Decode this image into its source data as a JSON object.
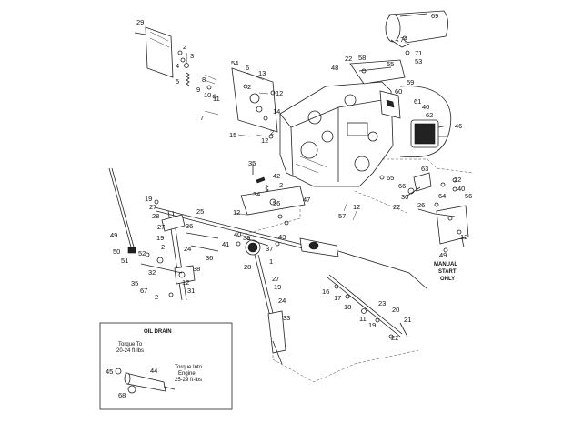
{
  "labels": [
    {
      "id": "c29",
      "text": "29"
    },
    {
      "id": "c2a",
      "text": "2"
    },
    {
      "id": "c3",
      "text": "3"
    },
    {
      "id": "c4",
      "text": "4"
    },
    {
      "id": "c5",
      "text": "5"
    },
    {
      "id": "c8",
      "text": "8"
    },
    {
      "id": "c9",
      "text": "9"
    },
    {
      "id": "c10",
      "text": "10"
    },
    {
      "id": "c11",
      "text": "11"
    },
    {
      "id": "c7",
      "text": "7"
    },
    {
      "id": "c54",
      "text": "54"
    },
    {
      "id": "c6",
      "text": "6"
    },
    {
      "id": "c13",
      "text": "13"
    },
    {
      "id": "c2b",
      "text": "2"
    },
    {
      "id": "c12a",
      "text": "12"
    },
    {
      "id": "c14",
      "text": "14"
    },
    {
      "id": "c2c",
      "text": "2"
    },
    {
      "id": "c15",
      "text": "15"
    },
    {
      "id": "c12b",
      "text": "12"
    },
    {
      "id": "c69",
      "text": "69"
    },
    {
      "id": "c70",
      "text": "70"
    },
    {
      "id": "c71",
      "text": "71"
    },
    {
      "id": "c53",
      "text": "53"
    },
    {
      "id": "c22a",
      "text": "22"
    },
    {
      "id": "c58",
      "text": "58"
    },
    {
      "id": "c48",
      "text": "48"
    },
    {
      "id": "c55",
      "text": "55"
    },
    {
      "id": "c59",
      "text": "59"
    },
    {
      "id": "c60",
      "text": "60"
    },
    {
      "id": "c61",
      "text": "61"
    },
    {
      "id": "c40a",
      "text": "40"
    },
    {
      "id": "c62",
      "text": "62"
    },
    {
      "id": "c46",
      "text": "46"
    },
    {
      "id": "c65",
      "text": "65"
    },
    {
      "id": "c63",
      "text": "63"
    },
    {
      "id": "c22b",
      "text": "22"
    },
    {
      "id": "c66",
      "text": "66"
    },
    {
      "id": "c40b",
      "text": "40"
    },
    {
      "id": "c64",
      "text": "64"
    },
    {
      "id": "c56a",
      "text": "56"
    },
    {
      "id": "c30",
      "text": "30"
    },
    {
      "id": "c22c",
      "text": "22"
    },
    {
      "id": "c26",
      "text": "26"
    },
    {
      "id": "c49a",
      "text": "49"
    },
    {
      "id": "c12c",
      "text": "12"
    },
    {
      "id": "c35",
      "text": "35"
    },
    {
      "id": "c42",
      "text": "42"
    },
    {
      "id": "c34",
      "text": "34"
    },
    {
      "id": "c2d",
      "text": "2"
    },
    {
      "id": "c56b",
      "text": "56"
    },
    {
      "id": "c47",
      "text": "47"
    },
    {
      "id": "c12d",
      "text": "12"
    },
    {
      "id": "c57",
      "text": "57"
    },
    {
      "id": "c12e",
      "text": "12"
    },
    {
      "id": "c19a",
      "text": "19"
    },
    {
      "id": "c27a",
      "text": "27"
    },
    {
      "id": "c28a",
      "text": "28"
    },
    {
      "id": "c36a",
      "text": "36"
    },
    {
      "id": "c25",
      "text": "25"
    },
    {
      "id": "c27b",
      "text": "27"
    },
    {
      "id": "c19b",
      "text": "19"
    },
    {
      "id": "c24a",
      "text": "24"
    },
    {
      "id": "c2e",
      "text": "2"
    },
    {
      "id": "c49b",
      "text": "49"
    },
    {
      "id": "c50",
      "text": "50"
    },
    {
      "id": "c51",
      "text": "51"
    },
    {
      "id": "c52",
      "text": "52"
    },
    {
      "id": "c38",
      "text": "38"
    },
    {
      "id": "c12f",
      "text": "12"
    },
    {
      "id": "c31",
      "text": "31"
    },
    {
      "id": "c32",
      "text": "32"
    },
    {
      "id": "c35b",
      "text": "35"
    },
    {
      "id": "c67",
      "text": "67"
    },
    {
      "id": "c2f",
      "text": "2"
    },
    {
      "id": "c40c",
      "text": "40"
    },
    {
      "id": "c39",
      "text": "39"
    },
    {
      "id": "c41",
      "text": "41"
    },
    {
      "id": "c37",
      "text": "37"
    },
    {
      "id": "c43",
      "text": "43"
    },
    {
      "id": "c36b",
      "text": "36"
    },
    {
      "id": "c28b",
      "text": "28"
    },
    {
      "id": "c1",
      "text": "1"
    },
    {
      "id": "c27c",
      "text": "27"
    },
    {
      "id": "c19c",
      "text": "19"
    },
    {
      "id": "c24b",
      "text": "24"
    },
    {
      "id": "c33",
      "text": "33"
    },
    {
      "id": "c16",
      "text": "16"
    },
    {
      "id": "c17",
      "text": "17"
    },
    {
      "id": "c18",
      "text": "18"
    },
    {
      "id": "c23",
      "text": "23"
    },
    {
      "id": "c20",
      "text": "20"
    },
    {
      "id": "c11b",
      "text": "11"
    },
    {
      "id": "c19d",
      "text": "19"
    },
    {
      "id": "c21",
      "text": "21"
    },
    {
      "id": "c22d",
      "text": "22"
    },
    {
      "id": "c45",
      "text": "45"
    },
    {
      "id": "c44",
      "text": "44"
    },
    {
      "id": "c68",
      "text": "68"
    }
  ],
  "manual_start": {
    "line1": "MANUAL",
    "line2": "START",
    "line3": "ONLY"
  },
  "oil_drain": {
    "title": "OIL DRAIN",
    "torque1_l1": "Torque To",
    "torque1_l2": "20-24 ft-lbs",
    "torque2_l1": "Torque Into",
    "torque2_l2": "Engine",
    "torque2_l3": "25-29 ft-lbs"
  }
}
